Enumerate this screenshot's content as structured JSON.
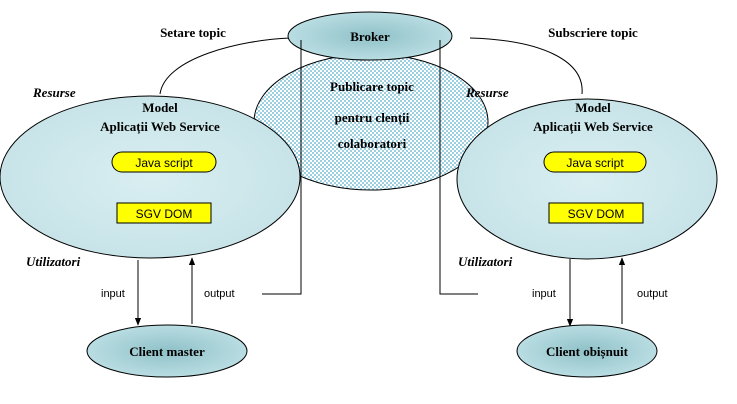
{
  "broker": {
    "label": "Broker"
  },
  "edges": {
    "setare_topic": "Setare topic",
    "subscriere_topic": "Subscriere topic"
  },
  "publish": {
    "line1": "Publicare topic",
    "line2": "pentru clenții",
    "line3": "colaboratori"
  },
  "left_node": {
    "resurse": "Resurse",
    "model_line1": "Model",
    "model_line2": "Aplicații Web Service",
    "javascript": "Java script",
    "sgv_dom": "SGV DOM",
    "utilizatori": "Utilizatori",
    "input": "input",
    "output": "output",
    "client": "Client master"
  },
  "right_node": {
    "resurse": "Resurse",
    "model_line1": "Model",
    "model_line2": "Aplicații Web Service",
    "javascript": "Java script",
    "sgv_dom": "SGV DOM",
    "utilizatori": "Utilizatori",
    "input": "input",
    "output": "output",
    "client": "Client obișnuit"
  },
  "colors": {
    "ellipse_fill": "#cde7ea",
    "broker_fill": "#9fcdd3",
    "box_fill": "#ffff00",
    "publish_dots": "#9ccfe0",
    "stroke": "#000000"
  }
}
